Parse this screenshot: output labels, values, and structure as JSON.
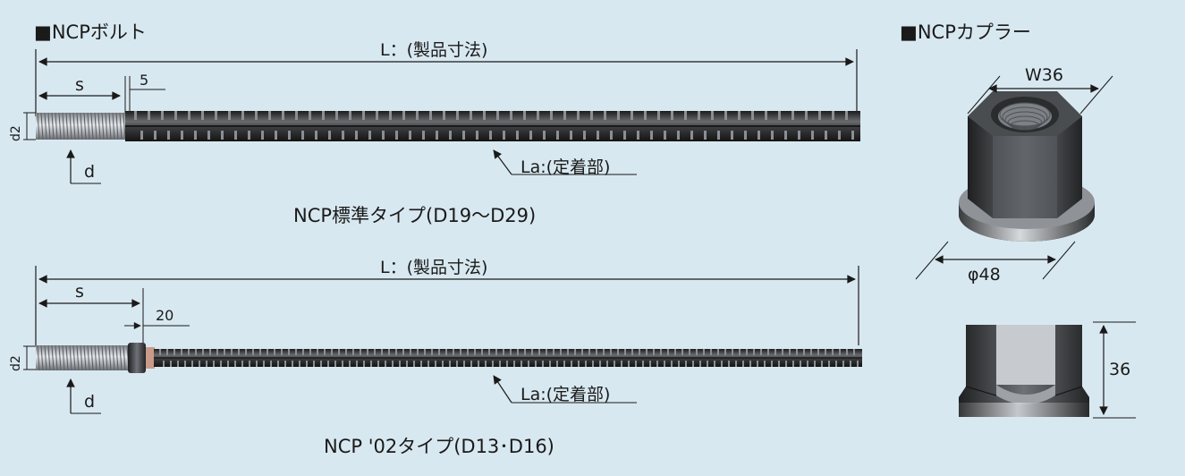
{
  "bolt_section": {
    "title": "■NCPボルト",
    "standard": {
      "length_label": "L：(製品寸法)",
      "s_label": "s",
      "gap_label": "5",
      "d2_label": "d2",
      "d_label": "d",
      "anchor_label": "La:(定着部)",
      "caption": "NCP標準タイプ(D19～D29)"
    },
    "type02": {
      "length_label": "L：(製品寸法)",
      "s_label": "s",
      "gap_label": "20",
      "d2_label": "d2",
      "d_label": "d",
      "anchor_label": "La:(定着部)",
      "caption": "NCP '02タイプ(D13･D16)"
    }
  },
  "coupler_section": {
    "title": "■NCPカプラー",
    "width_label": "W36",
    "diameter_label": "φ48",
    "height_label": "36"
  },
  "colors": {
    "background": "#d8e8f0",
    "line": "#1a1a1a",
    "steel_dark": "#2e2e2e",
    "steel_light": "#b9bec4"
  }
}
